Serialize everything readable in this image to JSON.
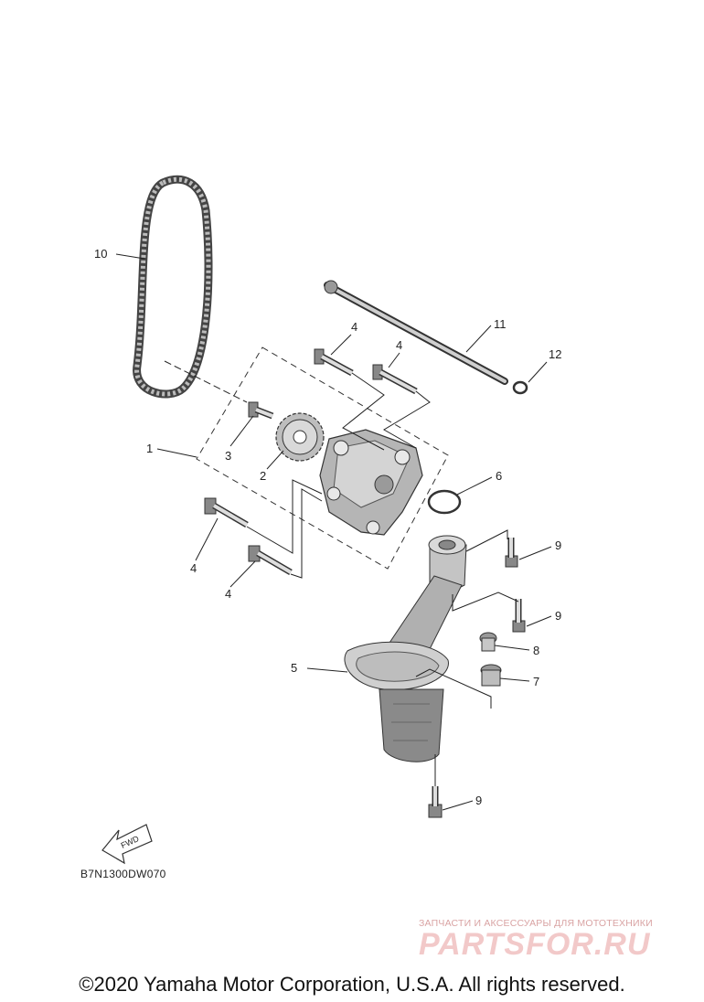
{
  "diagram": {
    "callouts": {
      "c1": "1",
      "c2": "2",
      "c3": "3",
      "c4a": "4",
      "c4b": "4",
      "c4c": "4",
      "c4d": "4",
      "c5": "5",
      "c6": "6",
      "c7": "7",
      "c8": "8",
      "c9a": "9",
      "c9b": "9",
      "c9c": "9",
      "c10": "10",
      "c11": "11",
      "c12": "12"
    },
    "fwd_label": "FWD",
    "code": "B7N1300DW070"
  },
  "watermark": {
    "top_line": "ЗАПЧАСТИ И АКСЕССУАРЫ ДЛЯ МОТОТЕХНИКИ",
    "logo_text": "PARTSFOR.RU"
  },
  "footer": {
    "copyright": "©2020 Yamaha Motor Corporation, U.S.A. All rights reserved."
  }
}
